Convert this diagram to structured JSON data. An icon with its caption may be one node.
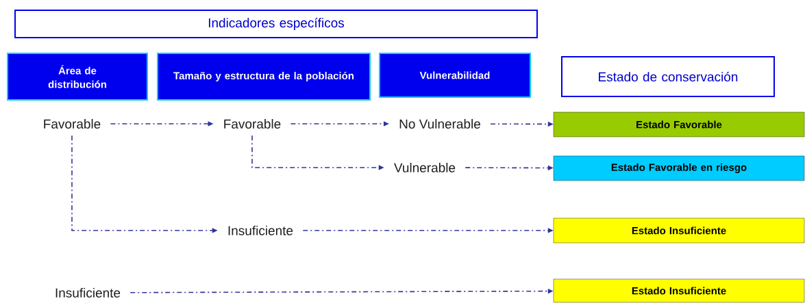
{
  "diagram": {
    "nodes": [
      {
        "text": [
          "Indicadores específicos"
        ]
      },
      {
        "text": [
          "Área de distribución"
        ]
      },
      {
        "text": [
          "Tamaño y estructura de la población"
        ]
      },
      {
        "text": [
          "Vulnerabilidad"
        ]
      },
      {
        "text": [
          "Estado de conservación"
        ]
      },
      {
        "text": [
          "Favorable"
        ]
      },
      {
        "text": [
          "Favorable"
        ]
      },
      {
        "text": [
          "No Vulnerable"
        ]
      },
      {
        "text": [
          "Estado Favorable"
        ]
      },
      {
        "text": [
          "Vulnerable"
        ]
      },
      {
        "text": [
          "Estado Favorable en riesgo"
        ]
      },
      {
        "text": [
          "Insuficiente"
        ]
      },
      {
        "text": [
          "Estado Insuficiente"
        ]
      },
      {
        "text": [
          "Insuficiente"
        ]
      },
      {
        "text": [
          "Estado Insuficiente"
        ]
      }
    ],
    "edges": [
      {
        "from": 5,
        "to": 6,
        "arrow": "to"
      },
      {
        "from": 6,
        "to": 7,
        "arrow": "to"
      },
      {
        "from": 7,
        "to": 8,
        "arrow": "to"
      },
      {
        "from": 6,
        "to": 9,
        "arrow": "to"
      },
      {
        "from": 9,
        "to": 10,
        "arrow": "to"
      },
      {
        "from": 5,
        "to": 11,
        "arrow": "to"
      },
      {
        "from": 11,
        "to": 12,
        "arrow": "to"
      },
      {
        "from": 13,
        "to": 14,
        "arrow": "to"
      }
    ]
  }
}
